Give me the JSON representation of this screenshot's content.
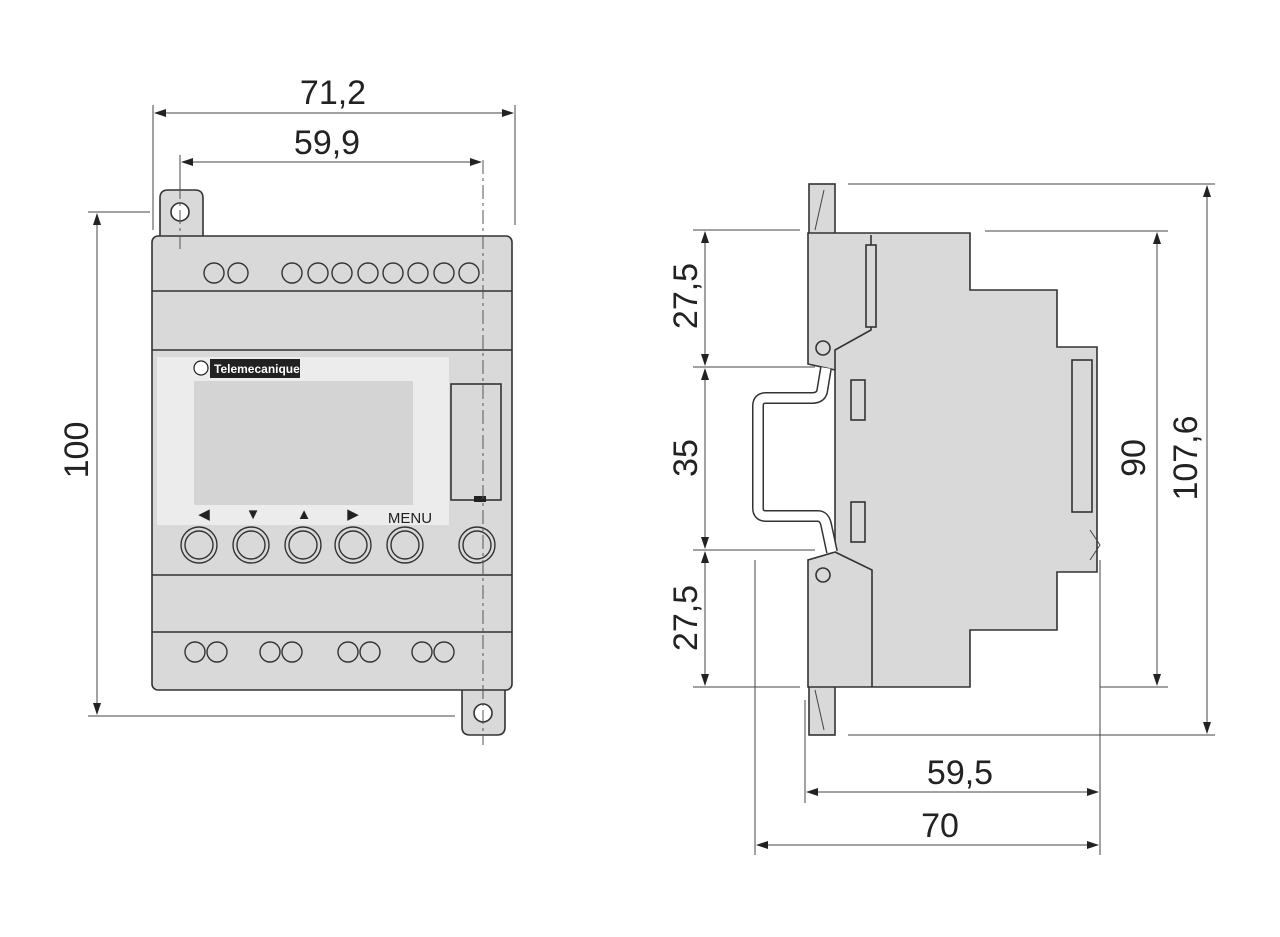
{
  "front_view": {
    "brand": "Telemecanique",
    "button_labels": [
      "◀",
      "▼",
      "▲",
      "▶",
      "MENU"
    ],
    "dimensions": {
      "overall_width": "71,2",
      "hole_spacing": "59,9",
      "height": "100"
    }
  },
  "side_view": {
    "dimensions": {
      "top_to_rail": "27,5",
      "rail": "35",
      "rail_to_bottom": "27,5",
      "body_height": "90",
      "overall_height": "107,6",
      "body_depth": "59,5",
      "overall_depth": "70"
    }
  },
  "colors": {
    "body": "#d9d9d9",
    "panel": "#ececec",
    "line": "#333333"
  }
}
